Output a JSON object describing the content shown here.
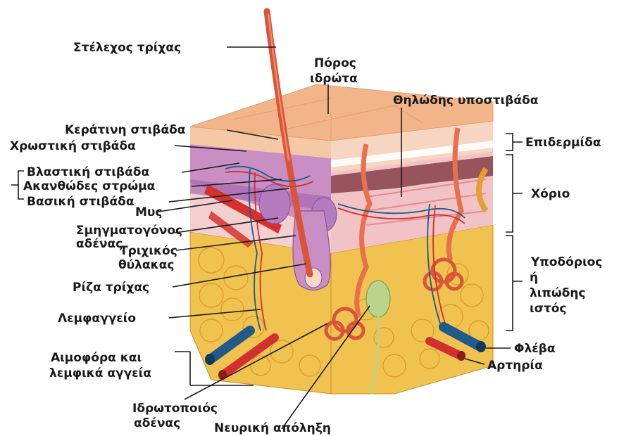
{
  "labels": {
    "hair_shaft": "Στέλεχος τρίχας",
    "sweat_pore_1": "Πόρος",
    "sweat_pore_2": "ιδρώτα",
    "papillary_layer": "Θηλώδης υποστιβάδα",
    "keratin_layer": "Κεράτινη στιβάδα",
    "pigment_layer": "Χρωστική στιβάδα",
    "germinative_layer": "Βλαστική στιβάδα",
    "spinous_layer": "Ακανθώδες στρώμα",
    "basal_layer": "Βασική στιβάδα",
    "muscle": "Μυς",
    "sebaceous_gland_1": "Σμηγματογόνος",
    "sebaceous_gland_2": "αδένας",
    "hair_follicle_1": "Τριχικός",
    "hair_follicle_2": "θύλακας",
    "hair_root": "Ρίζα τρίχας",
    "lymph_vessel": "Λεμφαγγείο",
    "blood_lymph_1": "Αιμοφόρα και",
    "blood_lymph_2": "λεμφικά αγγεία",
    "sweat_gland_1": "Ιδρωτοποιός",
    "sweat_gland_2": "αδένας",
    "nerve_ending": "Νευρική απόληξη",
    "epidermis": "Επιδερμίδα",
    "dermis": "Χόριο",
    "hypodermis_1": "Υποδόριος",
    "hypodermis_2": "ή",
    "hypodermis_3": "λιπώδης",
    "hypodermis_4": "ιστός",
    "vein": "Φλέβα",
    "artery": "Αρτηρία"
  },
  "colors": {
    "surface": "#f2b58a",
    "epidermis_front": "#f5c9a6",
    "pigment": "#c98fc4",
    "dermis": "#f4cfcf",
    "dermis_dark": "#e8a5a8",
    "fat": "#f0c24f",
    "fat_shade": "#d99a2b",
    "hair": "#d9553a",
    "vein": "#1f5a8a",
    "artery": "#d2302e",
    "gland": "#e8704c",
    "nerve": "#b9d48a"
  }
}
